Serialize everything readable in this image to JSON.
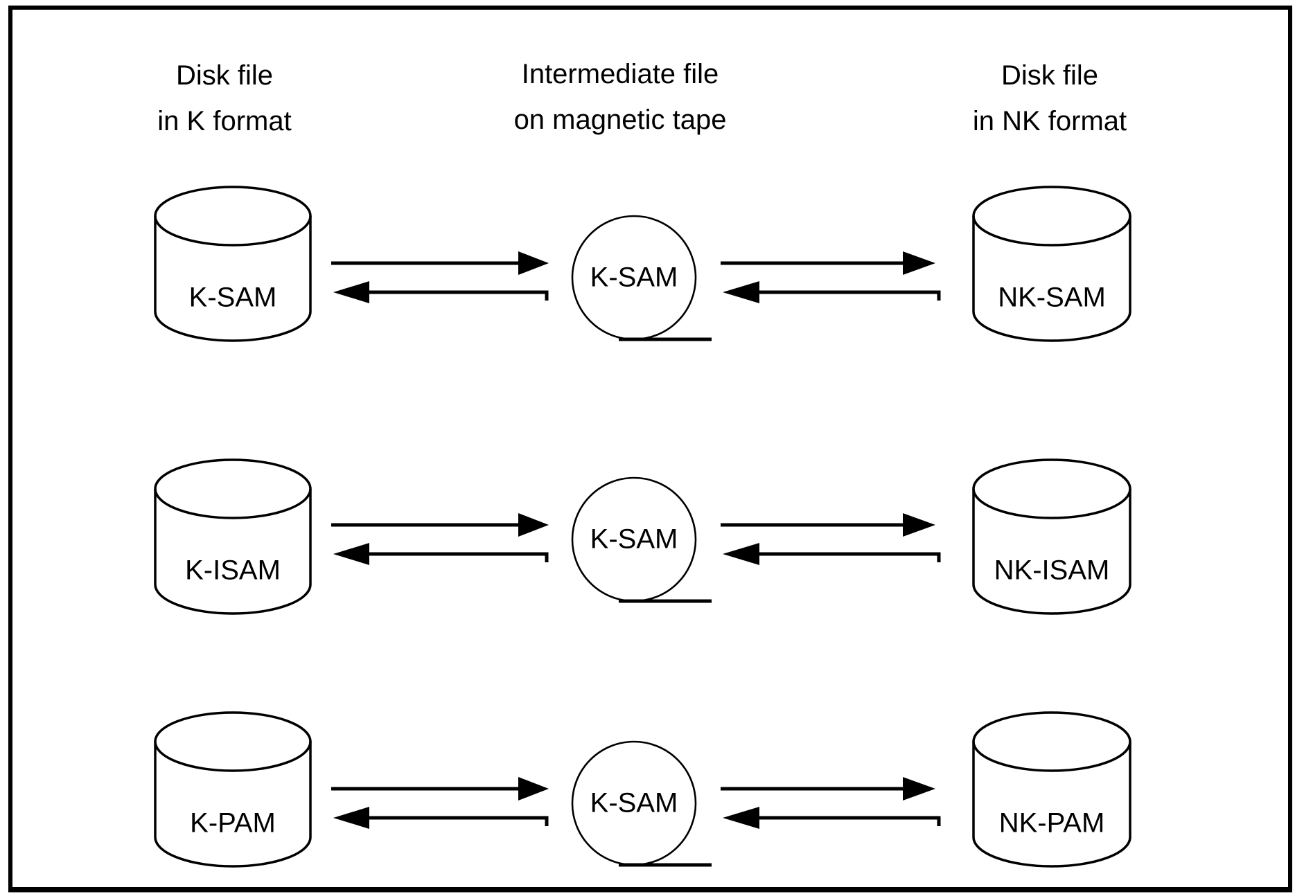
{
  "figure": {
    "description": "File conversion diagram between K format disk files and NK format disk files via intermediate magnetic tape files",
    "colors": {
      "ink": "#000000",
      "background": "#ffffff"
    }
  },
  "columns": [
    {
      "line1": "Disk file",
      "line2": "in K format"
    },
    {
      "line1": "Intermediate file",
      "line2": "on magnetic tape"
    },
    {
      "line1": "Disk file",
      "line2": "in NK format"
    }
  ],
  "rows": [
    {
      "left_disk": "K-SAM",
      "tape": "K-SAM",
      "right_disk": "NK-SAM"
    },
    {
      "left_disk": "K-ISAM",
      "tape": "K-SAM",
      "right_disk": "NK-ISAM"
    },
    {
      "left_disk": "K-PAM",
      "tape": "K-SAM",
      "right_disk": "NK-PAM"
    }
  ]
}
